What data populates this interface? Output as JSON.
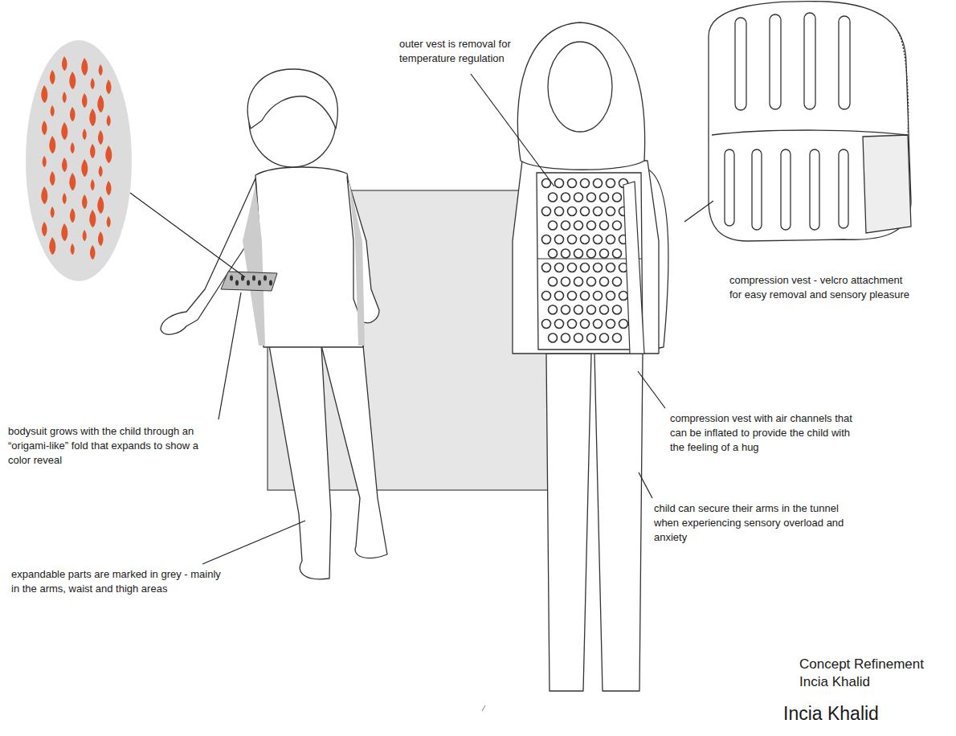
{
  "diagram": {
    "labels": [
      "outer vest is removal for temperature regulation",
      "compression vest - velcro attachment for easy removal and sensory pleasure",
      "bodysuit grows with the child through an “origami-like” fold that expands to show a color reveal",
      "compression vest with air channels that can be inflated to provide the child with the feeling of a hug",
      "child can secure their arms in the tunnel when experiencing sensory overload and anxiety",
      "expandable parts are marked in grey - mainly in the arms, waist and thigh areas",
      "Concept Refinement",
      "Incia Khalid",
      "Incia Khalid"
    ]
  }
}
